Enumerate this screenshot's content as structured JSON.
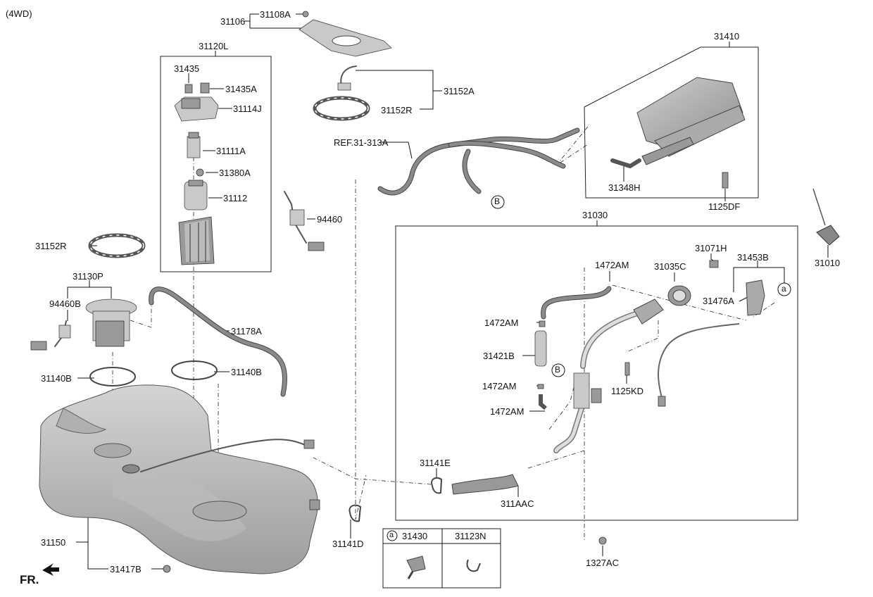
{
  "variant_label": "(4WD)",
  "direction": {
    "label": "FR."
  },
  "ref_label": "REF.31-313A",
  "callouts": {
    "p31106": "31106",
    "p31108A": "31108A",
    "p31120L": "31120L",
    "p31435": "31435",
    "p31435A": "31435A",
    "p31114J": "31114J",
    "p31111A": "31111A",
    "p31380A": "31380A",
    "p31112": "31112",
    "p31152A": "31152A",
    "p31152R_top": "31152R",
    "p31152R_left": "31152R",
    "p94460": "94460",
    "p31130P": "31130P",
    "p94460B": "94460B",
    "p31178A": "31178A",
    "p31140B_left": "31140B",
    "p31140B_right": "31140B",
    "p31150": "31150",
    "p31417B": "31417B",
    "p31141D": "31141D",
    "p31410": "31410",
    "p31348H": "31348H",
    "p1125DF": "1125DF",
    "p31010": "31010",
    "p31030": "31030",
    "p1472AM_1": "1472AM",
    "p1472AM_2": "1472AM",
    "p1472AM_3": "1472AM",
    "p1472AM_4": "1472AM",
    "p31035C": "31035C",
    "p31071H": "31071H",
    "p31453B": "31453B",
    "p31476A": "31476A",
    "p31421B": "31421B",
    "p1125KD": "1125KD",
    "p31141E": "31141E",
    "p311AAC": "311AAC",
    "p1327AC": "1327AC"
  },
  "markers": {
    "b_top": "B",
    "b_mid": "B",
    "a_ref": "a",
    "a_legend": "a"
  },
  "legend": {
    "col1": "31430",
    "col2": "31123N"
  }
}
